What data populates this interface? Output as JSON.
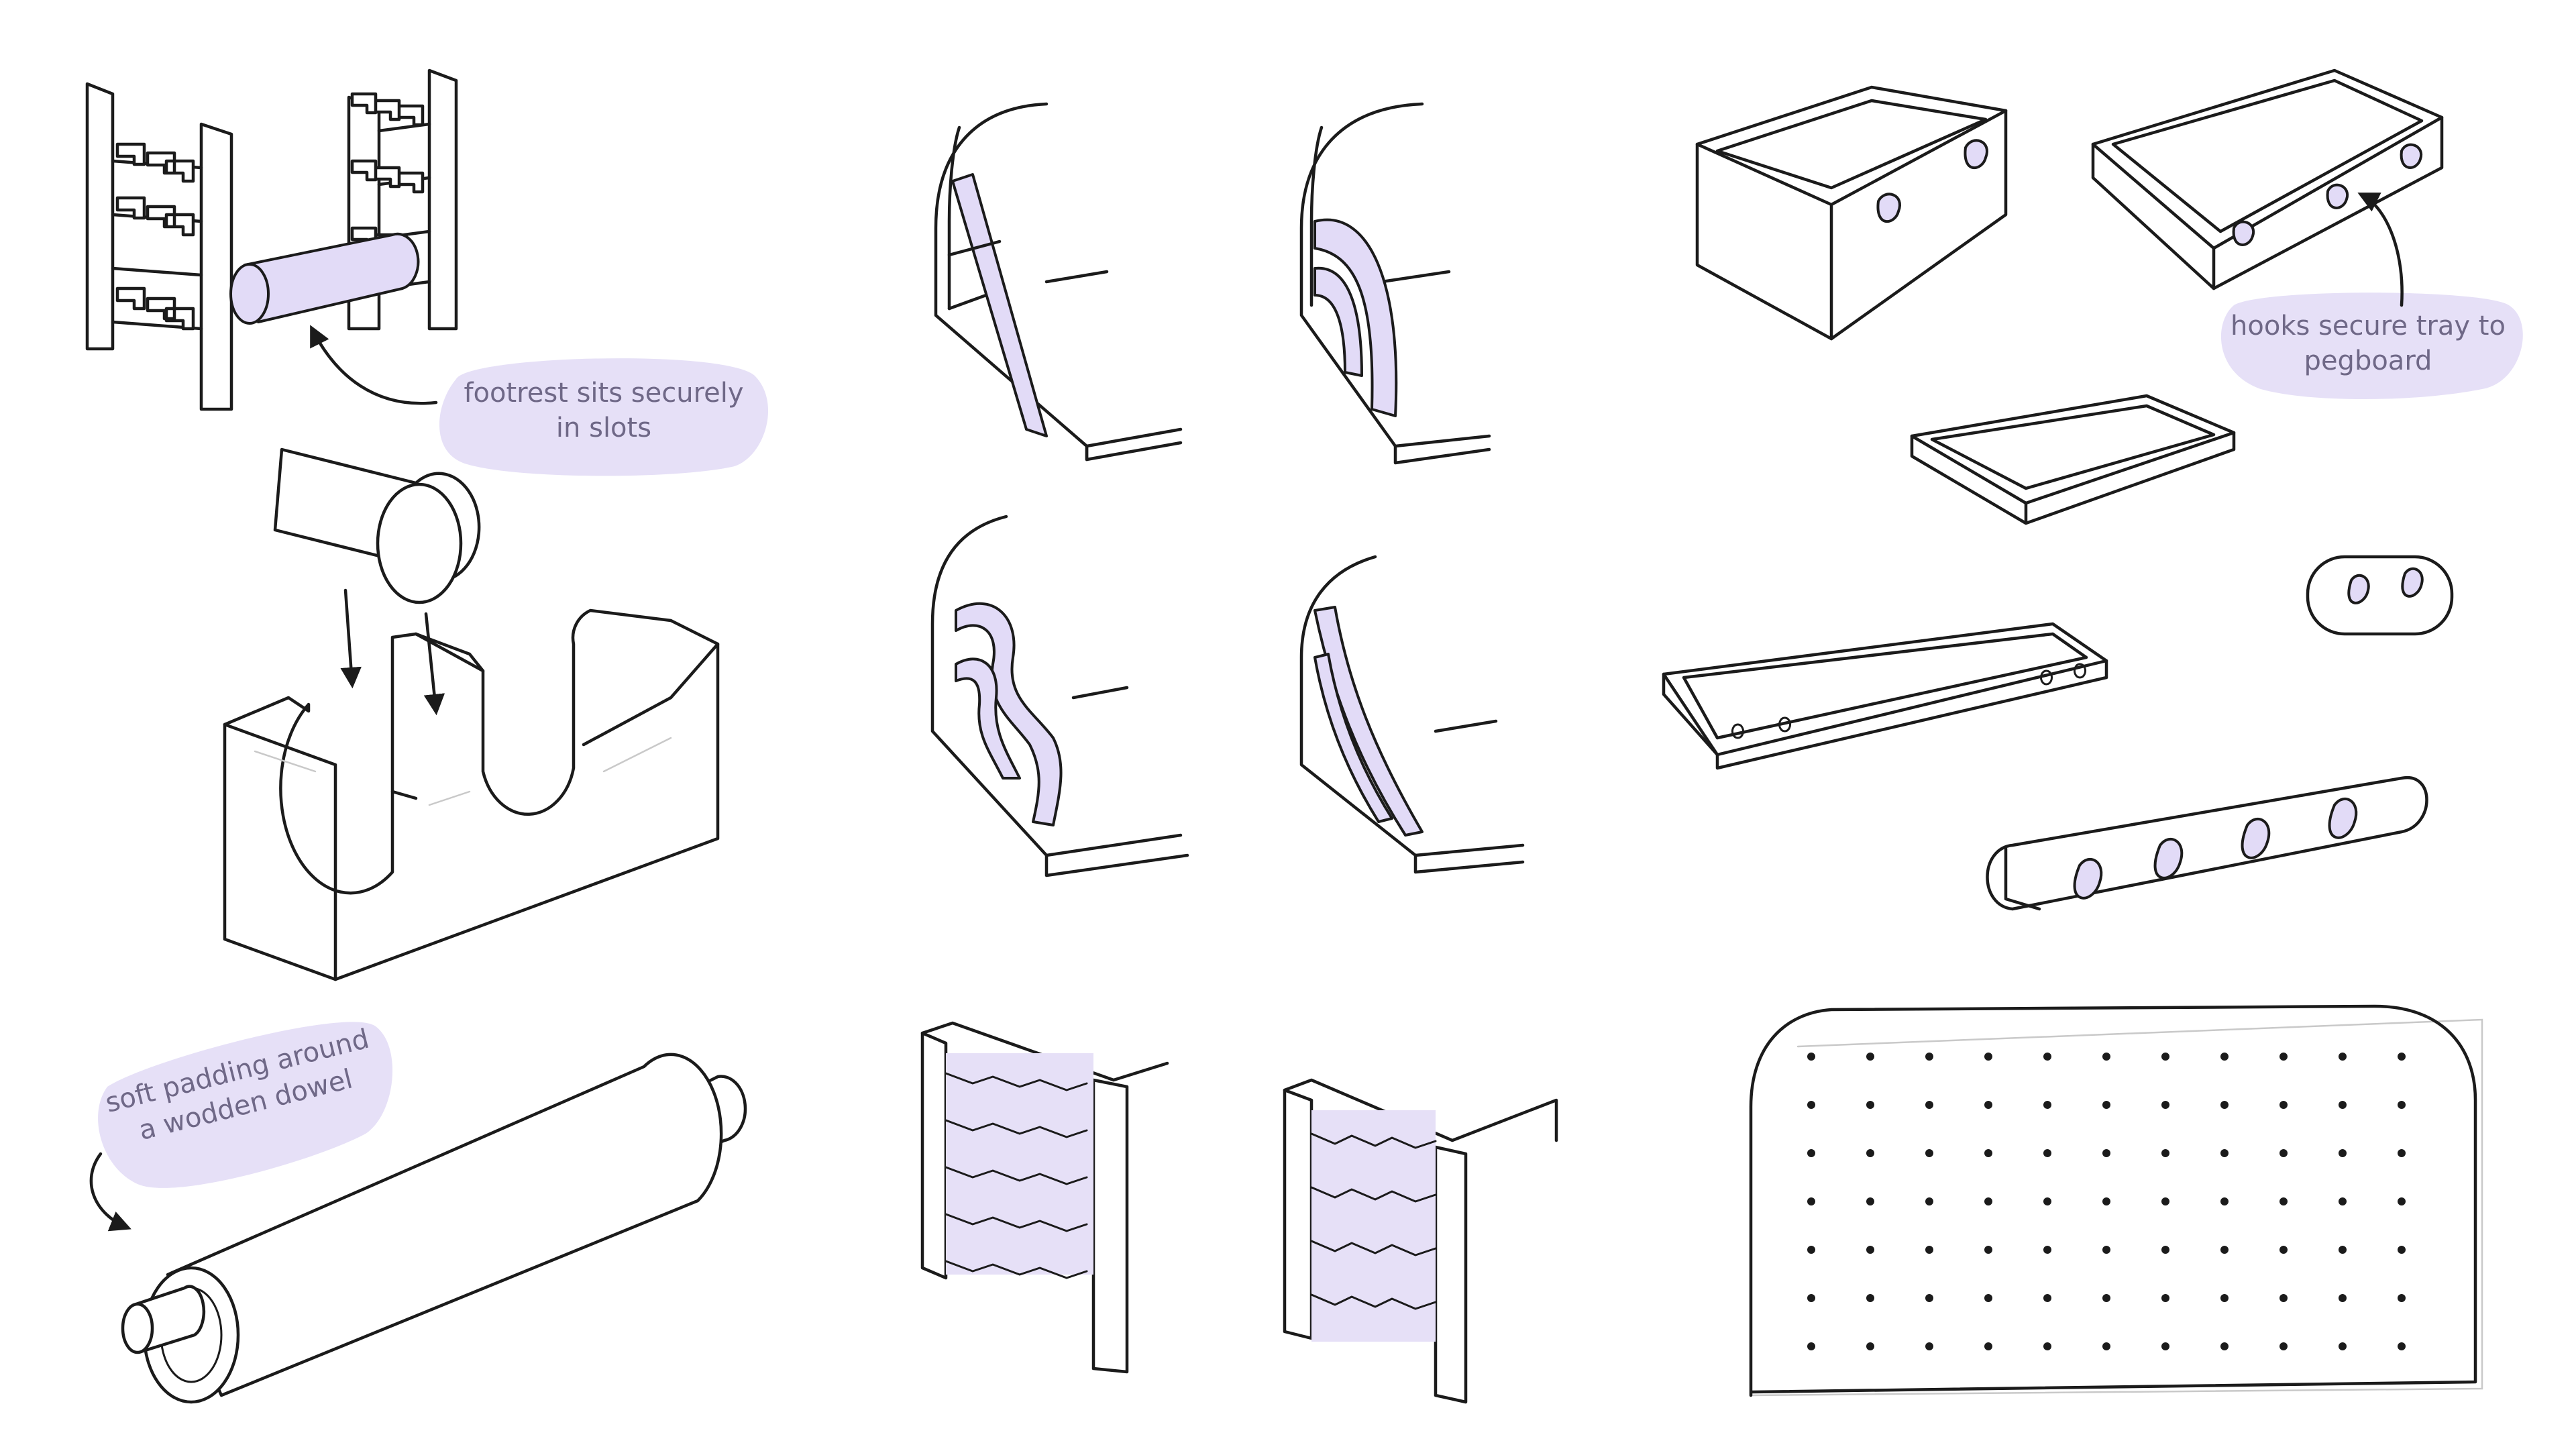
{
  "annotations": {
    "footrest": "footrest sits securely\nin slots",
    "padding": "soft padding around\na wodden dowel",
    "hooks": "hooks secure tray to\npegboard"
  },
  "colors": {
    "ink": "#1b1b1b",
    "accent_fill": "#e2dbf7",
    "note_bubble": "#e6e0f7",
    "note_text": "#6f6887"
  },
  "icons": {
    "arrow": "curved-arrow-icon",
    "slot_arrow": "down-arrow-icon"
  }
}
